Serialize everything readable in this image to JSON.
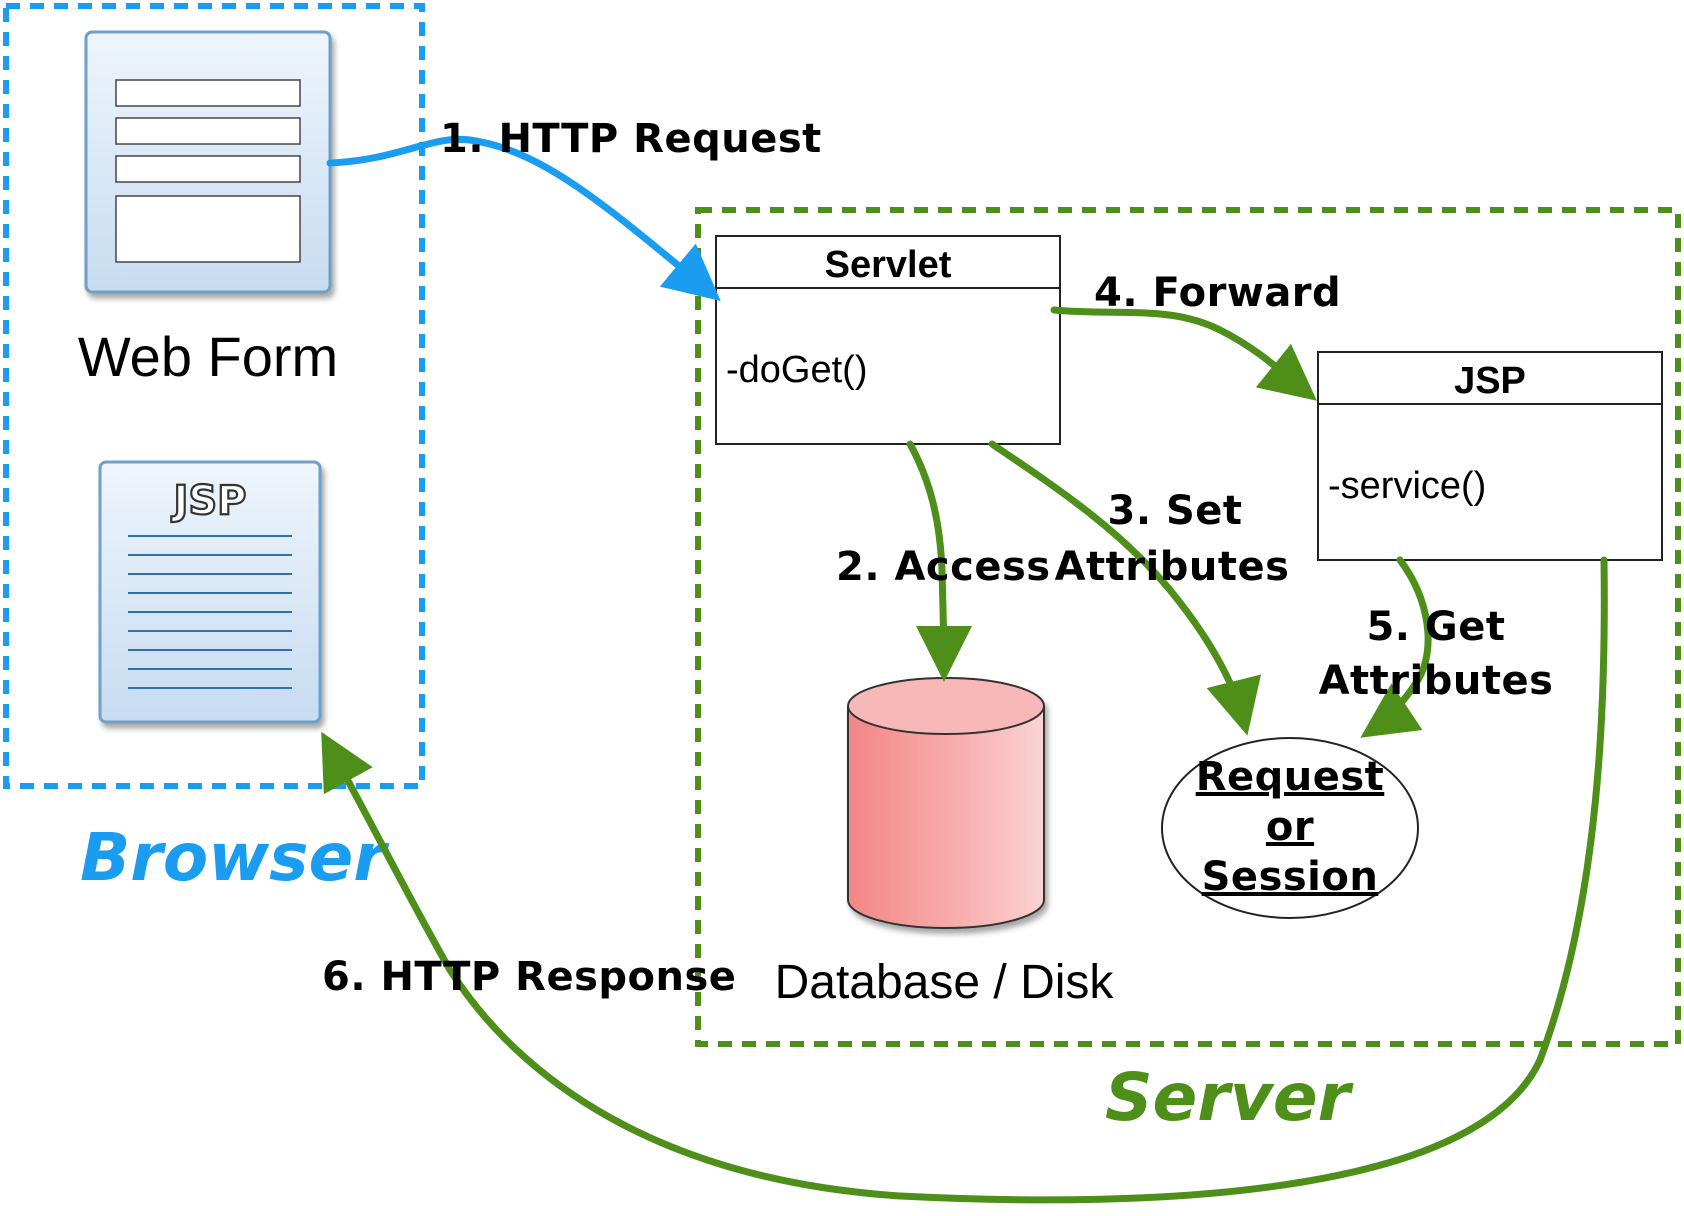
{
  "regions": {
    "browser": {
      "label": "Browser",
      "color": "#1a9cf0"
    },
    "server": {
      "label": "Server",
      "color": "#4e8f1a"
    }
  },
  "nodes": {
    "web_form": {
      "label": "Web Form"
    },
    "jsp_doc": {
      "label": "JSP"
    },
    "servlet": {
      "title": "Servlet",
      "method": "-doGet()"
    },
    "jsp_class": {
      "title": "JSP",
      "method": "-service()"
    },
    "database": {
      "label": "Database / Disk"
    },
    "scope": {
      "line1": "Request",
      "line2": "or",
      "line3": "Session"
    }
  },
  "edges": {
    "http_request": {
      "label": "1. HTTP Request"
    },
    "access": {
      "label": "2. Access"
    },
    "set_attributes": {
      "line1": "3. Set",
      "line2": "Attributes"
    },
    "forward": {
      "label": "4. Forward"
    },
    "get_attributes": {
      "line1": "5. Get",
      "line2": "Attributes"
    },
    "http_response": {
      "label": "6. HTTP Response"
    }
  },
  "colors": {
    "blue_arrow": "#1a9cf0",
    "green_arrow": "#4e8f1a",
    "database_fill": "#f7a3a3",
    "doc_fill": "#d6e6f6",
    "doc_border": "#6f9fc8"
  }
}
